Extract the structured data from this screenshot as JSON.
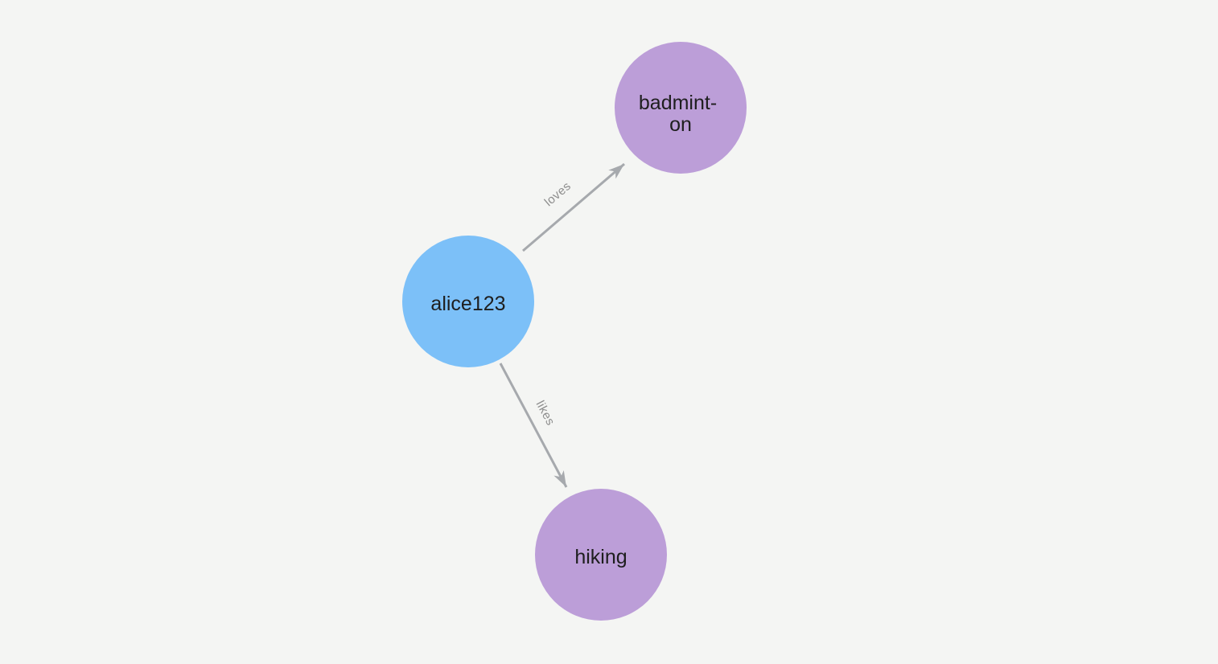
{
  "canvas": {
    "background_color": "#f4f5f3"
  },
  "graph": {
    "styles": {
      "node_text_color": "#1e1e1e",
      "edge_color": "#a6a9ad",
      "edge_label_color": "#8d8d8d",
      "person_node_color": "#7cc0f8",
      "interest_node_color": "#bc9ed8"
    },
    "nodes": [
      {
        "id": "alice123",
        "label": "alice123",
        "lines": [
          "alice123"
        ],
        "color": "#7cc0f8"
      },
      {
        "id": "badminton",
        "label": "badminton",
        "lines": [
          "badmint-",
          "on"
        ],
        "color": "#bc9ed8"
      },
      {
        "id": "hiking",
        "label": "hiking",
        "lines": [
          "hiking"
        ],
        "color": "#bc9ed8"
      }
    ],
    "edges": [
      {
        "from": "alice123",
        "to": "badminton",
        "label": "loves",
        "color": "#a6a9ad"
      },
      {
        "from": "alice123",
        "to": "hiking",
        "label": "likes",
        "color": "#a6a9ad"
      }
    ]
  }
}
